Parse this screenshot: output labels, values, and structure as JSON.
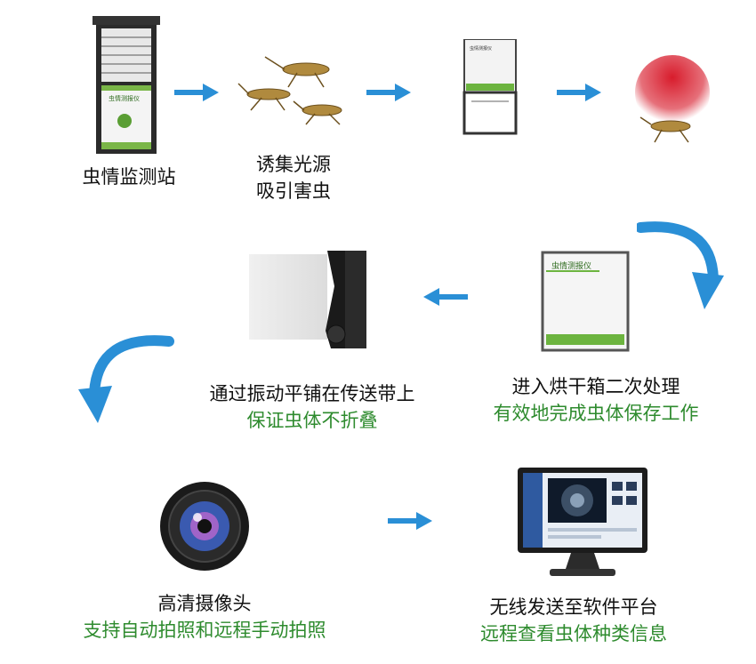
{
  "steps": [
    {
      "id": "station",
      "line1": "虫情监测站",
      "line2": ""
    },
    {
      "id": "light",
      "line1": "诱集光源",
      "line2": "吸引害虫"
    },
    {
      "id": "kill",
      "line1": "",
      "line2": ""
    },
    {
      "id": "dry",
      "line1": "进入烘干箱二次处理",
      "line2": "有效地完成虫体保存工作"
    },
    {
      "id": "belt",
      "line1": "通过振动平铺在传送带上",
      "line2": "保证虫体不折叠"
    },
    {
      "id": "camera",
      "line1": "高清摄像头",
      "line2": "支持自动拍照和远程手动拍照"
    },
    {
      "id": "software",
      "line1": "无线发送至软件平台",
      "line2": "远程查看虫体种类信息"
    }
  ],
  "device_labels": {
    "station_panel": "虫情测报仪",
    "dryer_panel": "虫情测报仪"
  },
  "colors": {
    "arrow": "#2a8fd6",
    "green": "#2e8b2e",
    "text": "#111111"
  }
}
